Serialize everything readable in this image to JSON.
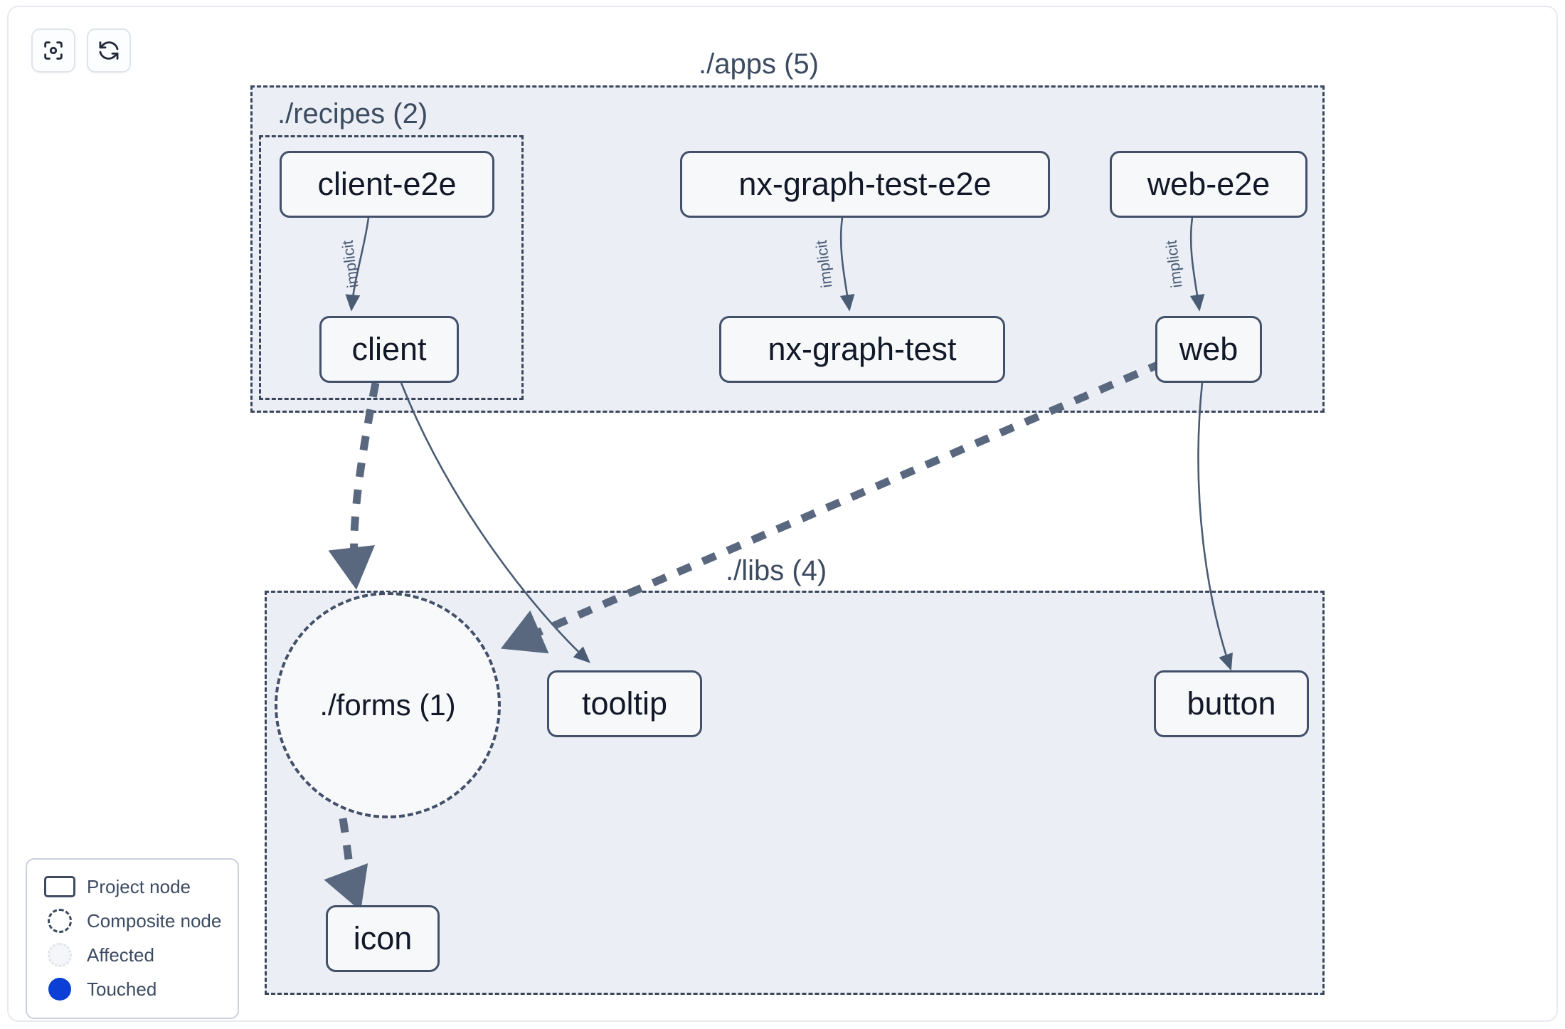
{
  "toolbar": {
    "buttons": [
      {
        "name": "focus-graph-button",
        "icon": "focus-target-icon",
        "label": "Focus graph"
      },
      {
        "name": "refresh-graph-button",
        "icon": "refresh-icon",
        "label": "Refresh graph"
      }
    ]
  },
  "groups": [
    {
      "id": "apps",
      "label": "./apps (5)",
      "count": 5
    },
    {
      "id": "recipes",
      "label": "./recipes (2)",
      "count": 2
    },
    {
      "id": "libs",
      "label": "./libs (4)",
      "count": 4
    }
  ],
  "nodes": [
    {
      "id": "client-e2e",
      "label": "client-e2e",
      "type": "project",
      "group": "recipes"
    },
    {
      "id": "nx-graph-test-e2e",
      "label": "nx-graph-test-e2e",
      "type": "project",
      "group": "apps"
    },
    {
      "id": "web-e2e",
      "label": "web-e2e",
      "type": "project",
      "group": "apps"
    },
    {
      "id": "client",
      "label": "client",
      "type": "project",
      "group": "recipes"
    },
    {
      "id": "nx-graph-test",
      "label": "nx-graph-test",
      "type": "project",
      "group": "apps"
    },
    {
      "id": "web",
      "label": "web",
      "type": "project",
      "group": "apps"
    },
    {
      "id": "forms",
      "label": "./forms (1)",
      "type": "composite",
      "group": "libs"
    },
    {
      "id": "tooltip",
      "label": "tooltip",
      "type": "project",
      "group": "libs"
    },
    {
      "id": "button",
      "label": "button",
      "type": "project",
      "group": "libs"
    },
    {
      "id": "icon",
      "label": "icon",
      "type": "project",
      "group": "libs"
    }
  ],
  "edges": [
    {
      "from": "client-e2e",
      "to": "client",
      "label": "implicit",
      "style": "solid"
    },
    {
      "from": "nx-graph-test-e2e",
      "to": "nx-graph-test",
      "label": "implicit",
      "style": "solid"
    },
    {
      "from": "web-e2e",
      "to": "web",
      "label": "implicit",
      "style": "solid"
    },
    {
      "from": "client",
      "to": "forms",
      "label": "",
      "style": "dashed"
    },
    {
      "from": "client",
      "to": "tooltip",
      "label": "",
      "style": "solid"
    },
    {
      "from": "web",
      "to": "forms",
      "label": "",
      "style": "dashed"
    },
    {
      "from": "web",
      "to": "button",
      "label": "",
      "style": "solid"
    },
    {
      "from": "forms",
      "to": "icon",
      "label": "",
      "style": "dashed"
    }
  ],
  "legend": {
    "items": [
      {
        "swatch": "project-node-swatch",
        "label": "Project node"
      },
      {
        "swatch": "composite-node-swatch",
        "label": "Composite node"
      },
      {
        "swatch": "affected-swatch",
        "label": "Affected"
      },
      {
        "swatch": "touched-swatch",
        "label": "Touched"
      }
    ]
  },
  "colors": {
    "node_border": "#42506a",
    "node_fill": "#f7f8fa",
    "group_fill": "#ebeff5",
    "group_border": "#39465b",
    "edge": "#4a5b74",
    "touched": "#0b3fd6",
    "text": "#111827",
    "label_text": "#3c4b61"
  }
}
